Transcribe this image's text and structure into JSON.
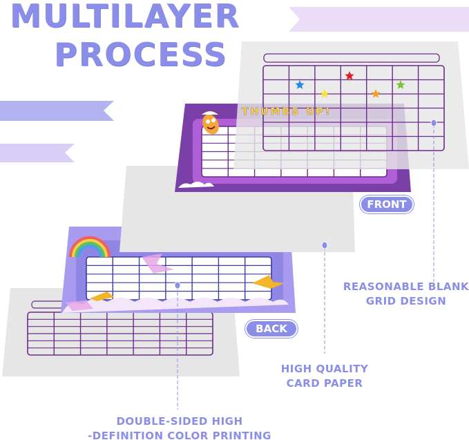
{
  "title": {
    "line1": "MULTILAYER",
    "line2": "PROCESS"
  },
  "colors": {
    "accent": "#8a8ee8",
    "front_card": "#7b3fa8",
    "back_card": "#a99cf0",
    "sheet": "#e6e6e6",
    "grid_line": "#6a2a8c"
  },
  "badges": {
    "front": "FRONT",
    "back": "BACK"
  },
  "callouts": {
    "grid": [
      "REASONABLE BLANK",
      "GRID DESIGN"
    ],
    "paper": [
      "HIGH QUALITY",
      "CARD PAPER"
    ],
    "printing": [
      "DOUBLE-SIDED HIGH",
      "-DEFINITION COLOR PRINTING"
    ]
  },
  "front_card_banner": "THUMBS UP!",
  "stars": [
    "#e02020",
    "#1e88e5",
    "#f5e43a",
    "#f2a224",
    "#7cc23a"
  ]
}
